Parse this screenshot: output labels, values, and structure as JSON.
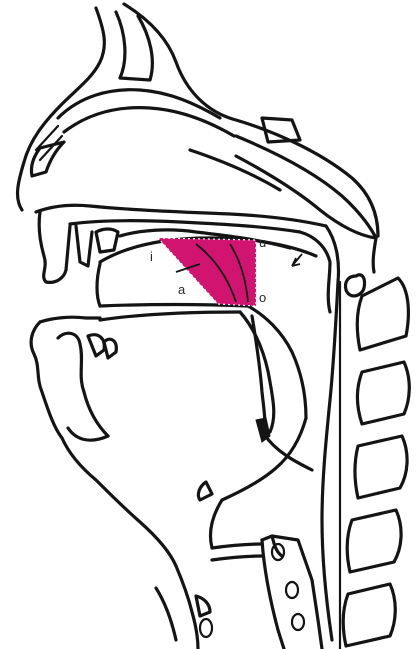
{
  "diagram": {
    "vowel_labels": {
      "i": "i",
      "u": "u",
      "a": "a",
      "o": "o"
    },
    "colors": {
      "vowel_area": "#d0146f",
      "outline": "#141414",
      "background": "#ffffff"
    }
  }
}
